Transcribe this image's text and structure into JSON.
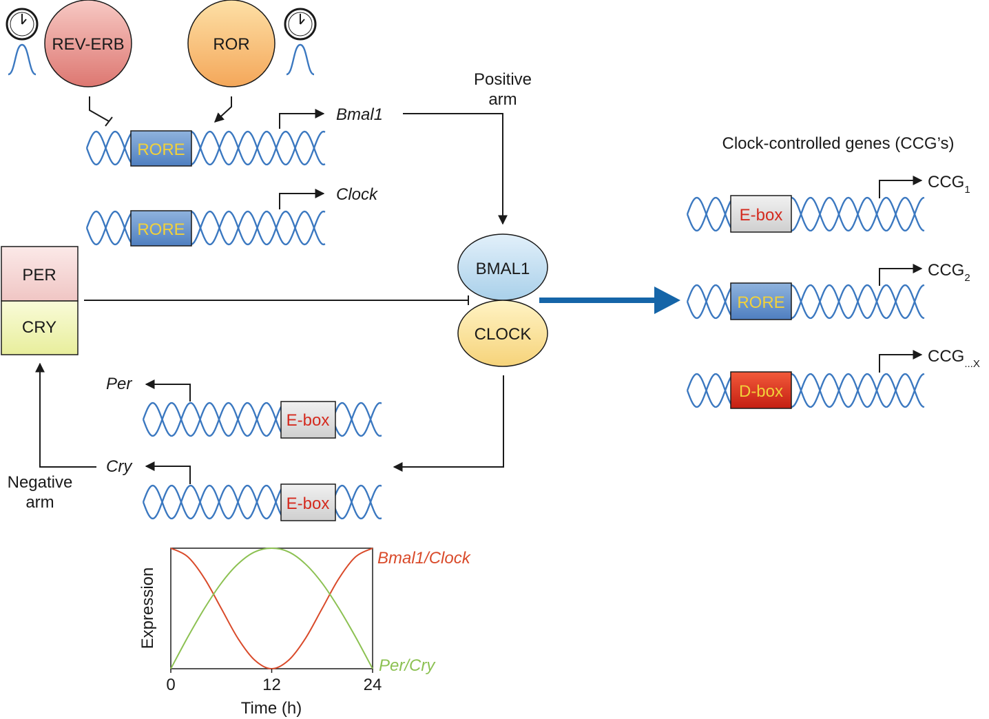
{
  "proteins": {
    "rev_erb": "REV-ERB",
    "ror": "ROR",
    "bmal1": "BMAL1",
    "clock": "CLOCK",
    "per": "PER",
    "cry": "CRY"
  },
  "genes": {
    "bmal1": "Bmal1",
    "clock": "Clock",
    "per": "Per",
    "cry": "Cry"
  },
  "elements": {
    "rore": "RORE",
    "ebox": "E-box",
    "dbox": "D-box"
  },
  "arms": {
    "positive_line1": "Positive",
    "positive_line2": "arm",
    "negative_line1": "Negative",
    "negative_line2": "arm"
  },
  "ccg": {
    "title": "Clock-controlled genes (CCG’s)",
    "base": "CCG",
    "sub1": "1",
    "sub2": "2",
    "subx": "...X"
  },
  "colors": {
    "dna": "#3b78c0",
    "rore_text": "#f2d13a",
    "ebox_text": "#d42a1e",
    "dbox_text": "#f2d13a",
    "bmal1_curve": "#d94a2a",
    "percry_curve": "#8cc152",
    "big_arrow": "#1565a8"
  },
  "chart_data": {
    "type": "line",
    "xlabel": "Time (h)",
    "ylabel": "Expression",
    "x_ticks": [
      "0",
      "12",
      "24"
    ],
    "xlim": [
      0,
      24
    ],
    "ylim": [
      0,
      1
    ],
    "series": [
      {
        "name": "Bmal1/Clock",
        "x": [
          0,
          2,
          4,
          6,
          8,
          10,
          12,
          14,
          16,
          18,
          20,
          22,
          24
        ],
        "y": [
          1.0,
          0.93,
          0.75,
          0.5,
          0.25,
          0.07,
          0.0,
          0.07,
          0.25,
          0.5,
          0.75,
          0.93,
          1.0
        ]
      },
      {
        "name": "Per/Cry",
        "x": [
          0,
          2,
          4,
          6,
          8,
          10,
          12,
          14,
          16,
          18,
          20,
          22,
          24
        ],
        "y": [
          0.0,
          0.26,
          0.5,
          0.71,
          0.87,
          0.97,
          1.0,
          0.97,
          0.87,
          0.71,
          0.5,
          0.26,
          0.0
        ]
      }
    ]
  }
}
